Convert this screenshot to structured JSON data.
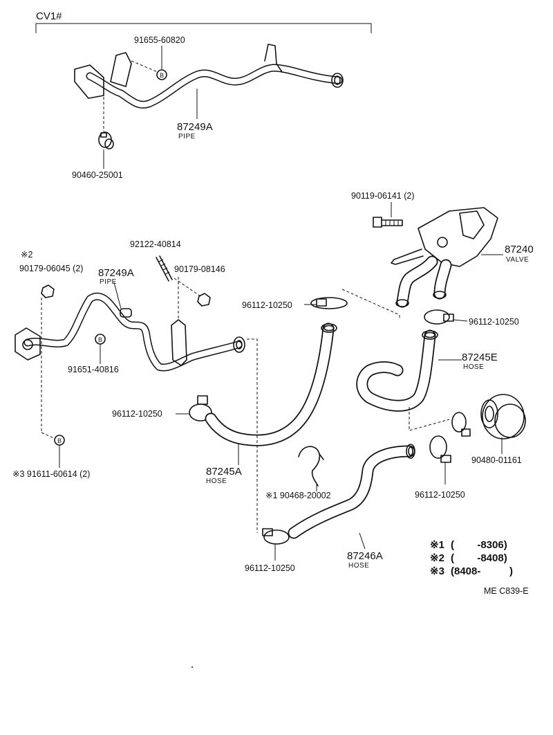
{
  "header": {
    "group_label": "CV1#"
  },
  "callouts": {
    "p91655_60820": "91655-60820",
    "p87249A_top": "87249A",
    "pipe_top": "PIPE",
    "p90460_25001": "90460-25001",
    "p90119_06141": "90119-06141 (2)",
    "p87240": "87240",
    "valve": "VALVE",
    "mark2_small": "※2",
    "p90179_06045": "90179-06045 (2)",
    "p87249A_mid": "87249A",
    "pipe_mid": "PIPE",
    "p92122_40814": "92122-40814",
    "p90179_08146": "90179-08146",
    "p96112_a": "96112-10250",
    "p96112_b": "96112-10250",
    "p91651_40816": "91651-40816",
    "p87245E": "87245E",
    "hose_e": "HOSE",
    "p96112_c": "96112-10250",
    "p90480_01161": "90480-01161",
    "p87245A": "87245A",
    "hose_a": "HOSE",
    "p91611_60614": "※3 91611-60614 (2)",
    "p90468_20002": "※1 90468-20002",
    "p96112_d": "96112-10250",
    "p96112_e": "96112-10250",
    "p87246A": "87246A",
    "hose_246": "HOSE"
  },
  "markers": {
    "bolt_b": "B"
  },
  "legend": {
    "rows": [
      {
        "mark": "※1",
        "range": "(        -8306)"
      },
      {
        "mark": "※2",
        "range": "(        -8408)"
      },
      {
        "mark": "※3",
        "range": "(8408-          )"
      }
    ]
  },
  "footer": {
    "code": "ME  C839-E"
  }
}
